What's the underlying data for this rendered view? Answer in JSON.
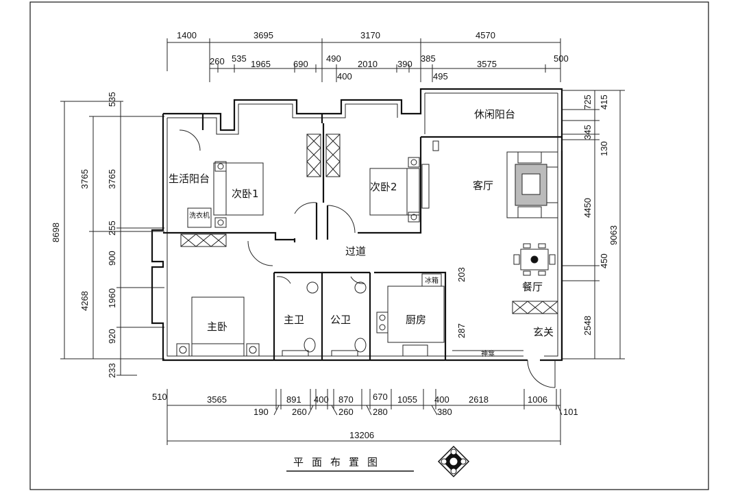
{
  "title": "平面布置图",
  "rooms": {
    "service_balcony": "生活阳台",
    "bedroom2_1": "次卧1",
    "bedroom2_2": "次卧2",
    "leisure_balcony": "休闲阳台",
    "living_room": "客厅",
    "corridor": "过道",
    "dining_room": "餐厅",
    "master_bedroom": "主卧",
    "master_bath": "主卫",
    "public_bath": "公卫",
    "kitchen": "厨房",
    "entrance": "玄关",
    "fridge": "冰箱",
    "shrine": "神龛",
    "washer": "洗衣机"
  },
  "dims_top_row1": [
    "1400",
    "3695",
    "3170",
    "4570"
  ],
  "dims_top_row2": [
    "260",
    "535",
    "1965",
    "690",
    "490",
    "2010",
    "390",
    "385",
    "3575",
    "500"
  ],
  "dims_top_row3": [
    "400",
    "495"
  ],
  "dims_bottom_row1": [
    "510",
    "3565",
    "891",
    "400",
    "870",
    "670",
    "1055",
    "400",
    "2618",
    "1006"
  ],
  "dims_bottom_row2": [
    "190",
    "260",
    "260",
    "280",
    "380",
    "101"
  ],
  "dims_bottom_total": "13206",
  "dims_left_outer": [
    "8698"
  ],
  "dims_left_mid": [
    "3765",
    "4268"
  ],
  "dims_left_inner": [
    "535",
    "3765",
    "255",
    "900",
    "1960",
    "920",
    "233"
  ],
  "dims_right_inner": [
    "725",
    "415",
    "345",
    "130",
    "4450",
    "450",
    "2548"
  ],
  "dims_right_outer": [
    "9063"
  ],
  "dims_interior": [
    "203",
    "287"
  ]
}
